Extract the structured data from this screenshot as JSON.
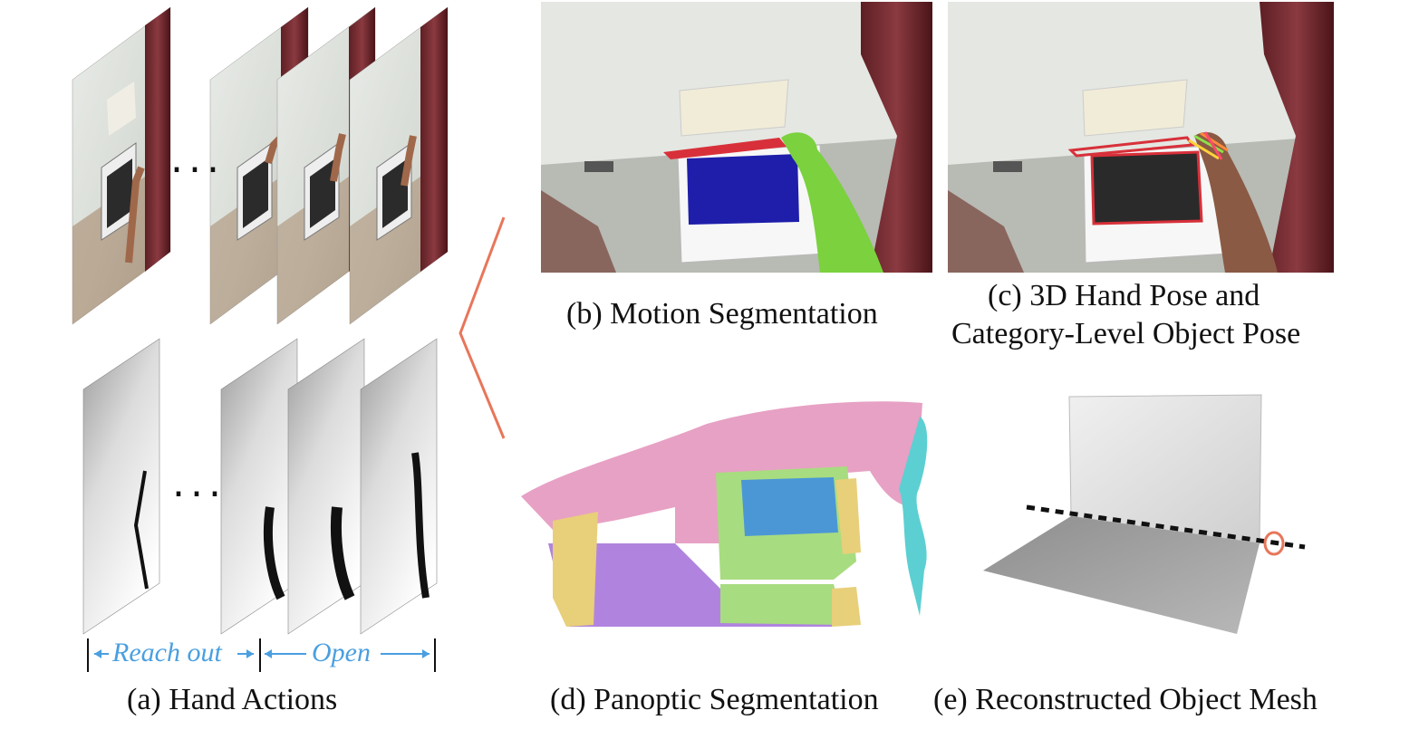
{
  "captions": {
    "a": "(a) Hand Actions",
    "b": "(b) Motion Segmentation",
    "c_line1": "(c) 3D Hand Pose  and",
    "c_line2": "Category-Level Object Pose",
    "d": "(d) Panoptic Segmentation",
    "e": "(e) Reconstructed Object Mesh"
  },
  "actions": {
    "reach": "Reach out",
    "open": "Open"
  },
  "ellipsis": "...",
  "colors": {
    "action_blue": "#4a9fe0",
    "connector": "#e8765a",
    "seg_pink": "#e7a1c4",
    "seg_blue": "#4b97d6",
    "seg_green": "#a8dc80",
    "seg_yellow": "#e8cf7a",
    "seg_purple": "#b084de",
    "seg_cyan": "#5ccfd2",
    "hand_green": "#7bd13e",
    "laptop_blue": "#1e1eaa",
    "laptop_red": "#d8303a"
  }
}
